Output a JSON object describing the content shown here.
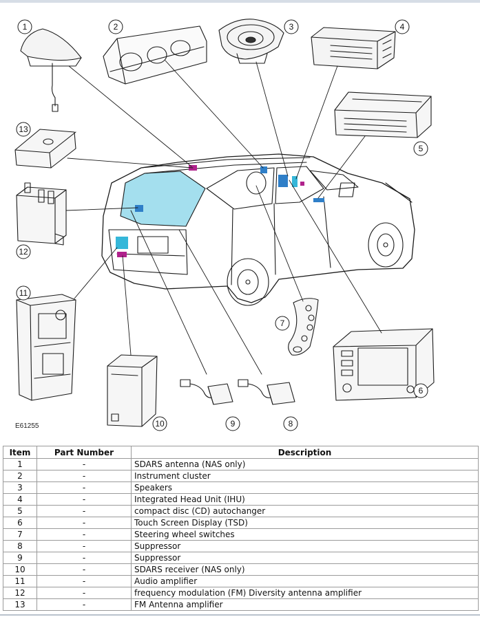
{
  "figure": {
    "id": "E61255",
    "callouts": [
      "1",
      "2",
      "3",
      "4",
      "5",
      "6",
      "7",
      "8",
      "9",
      "10",
      "11",
      "12",
      "13"
    ]
  },
  "table": {
    "headers": {
      "item": "Item",
      "part_number": "Part Number",
      "description": "Description"
    },
    "rows": [
      {
        "item": "1",
        "part": "-",
        "desc": "SDARS antenna (NAS only)"
      },
      {
        "item": "2",
        "part": "-",
        "desc": "Instrument cluster"
      },
      {
        "item": "3",
        "part": "-",
        "desc": "Speakers"
      },
      {
        "item": "4",
        "part": "-",
        "desc": "Integrated Head Unit (IHU)"
      },
      {
        "item": "5",
        "part": "-",
        "desc": "compact disc (CD) autochanger"
      },
      {
        "item": "6",
        "part": "-",
        "desc": "Touch Screen Display (TSD)"
      },
      {
        "item": "7",
        "part": "-",
        "desc": "Steering wheel switches"
      },
      {
        "item": "8",
        "part": "-",
        "desc": "Suppressor"
      },
      {
        "item": "9",
        "part": "-",
        "desc": "Suppressor"
      },
      {
        "item": "10",
        "part": "-",
        "desc": "SDARS receiver (NAS only)"
      },
      {
        "item": "11",
        "part": "-",
        "desc": "Audio amplifier"
      },
      {
        "item": "12",
        "part": "-",
        "desc": "frequency modulation (FM) Diversity antenna amplifier"
      },
      {
        "item": "13",
        "part": "-",
        "desc": "FM Antenna amplifier"
      }
    ]
  },
  "colors": {
    "line": "#1a1a1a",
    "table_border": "#9a9a9a",
    "highlight_blue": "#2f7fc8",
    "highlight_magenta": "#b0228c",
    "highlight_cyan": "#35b7d9"
  }
}
